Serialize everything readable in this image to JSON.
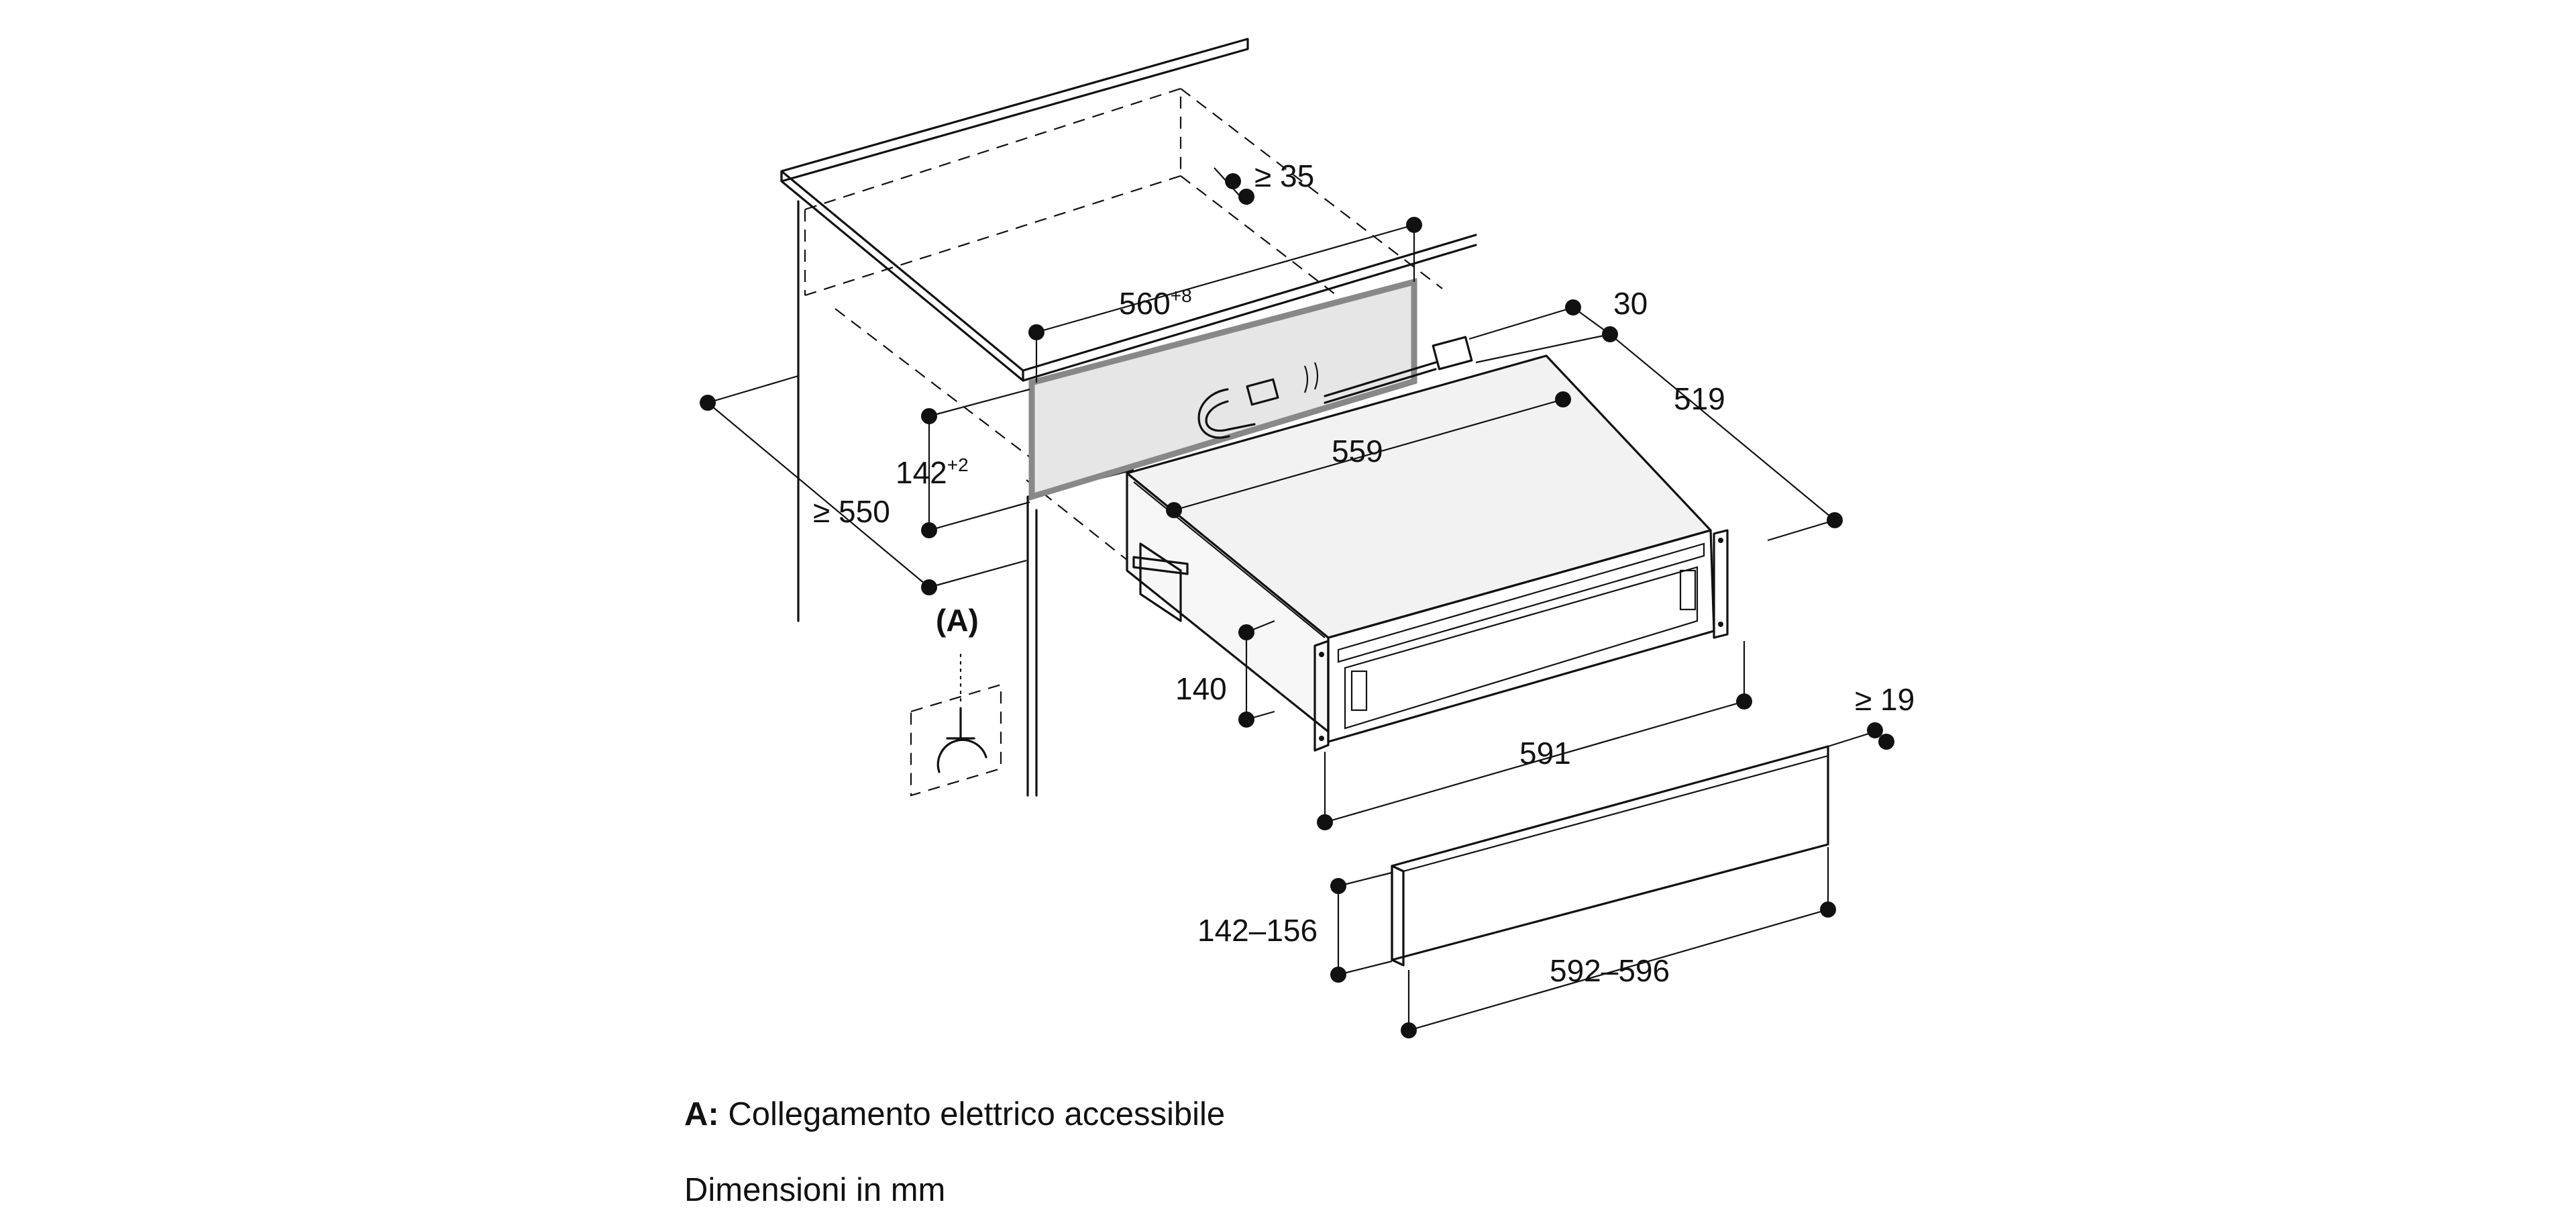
{
  "dimensions": {
    "cutout_width": "560",
    "cutout_width_tol": "+8",
    "worktop_gap": "≥ 35",
    "cutout_height": "142",
    "cutout_height_tol": "+2",
    "cabinet_depth": "≥ 550",
    "rear_offset": "30",
    "appliance_depth": "519",
    "body_width": "559",
    "body_height": "140",
    "front_width": "591",
    "front_panel_thickness": "≥ 19",
    "front_panel_height": "142–156",
    "front_panel_width": "592–596"
  },
  "marker": "(A)",
  "legend": {
    "key": "A:",
    "text": "Collegamento elettrico accessibile"
  },
  "units_note": "Dimensioni in mm"
}
